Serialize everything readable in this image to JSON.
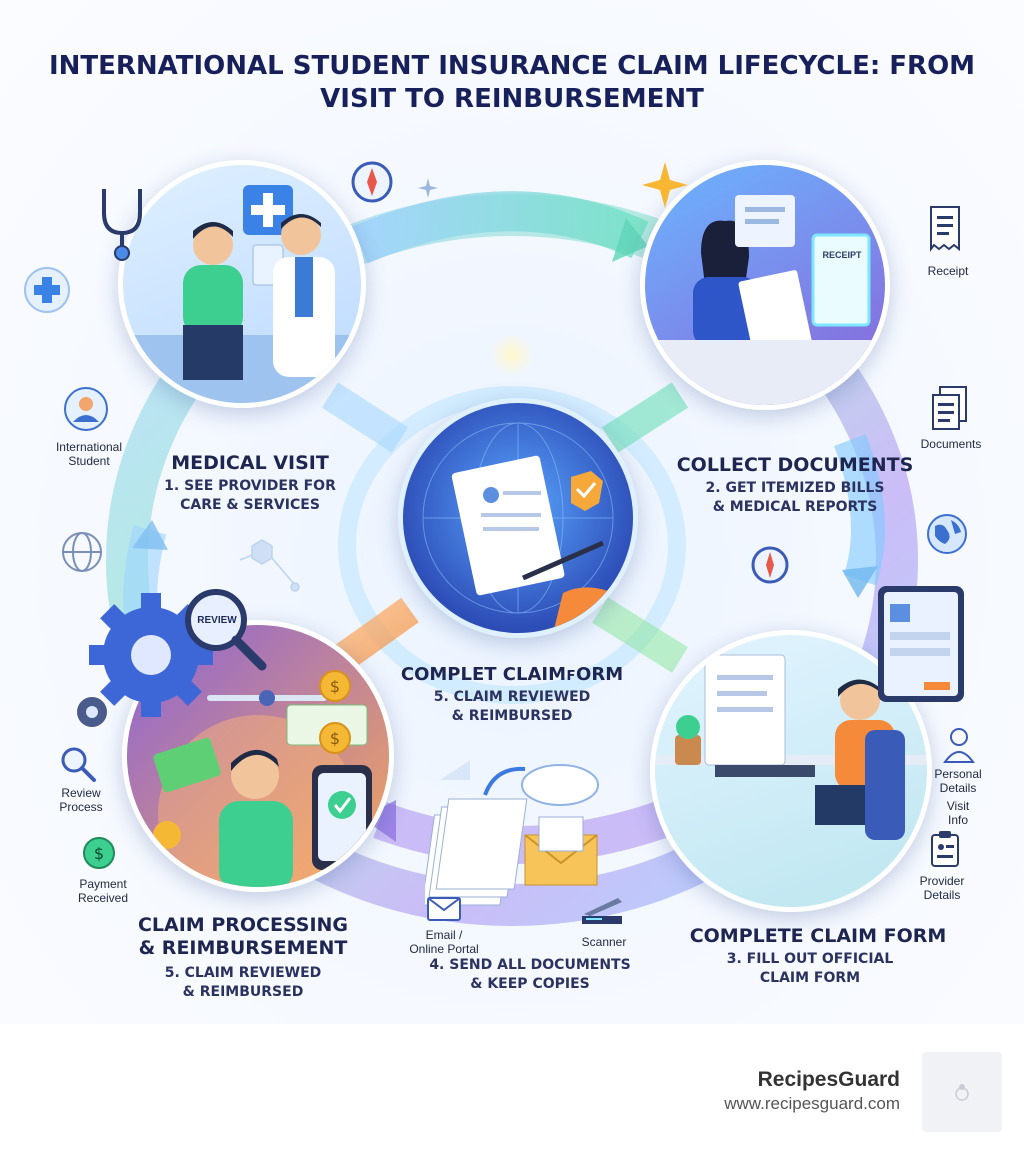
{
  "title": "INTERNATIONAL STUDENT INSURANCE CLAIM LIFECYCLE: FROM VISIT TO REINBURSEMENT",
  "stages": {
    "medical_visit": {
      "title": "MEDICAL VISIT",
      "desc_1": "1. SEE PROVIDER FOR",
      "desc_2": "CARE & SERVICES"
    },
    "collect_documents": {
      "title": "COLLECT DOCUMENTS",
      "desc_1": "2. GET ITEMIZED BILLS",
      "desc_2": "& MEDICAL REPORTS"
    },
    "center": {
      "title": "COMPLET CLAIMꜰORM",
      "desc_1": "5. CLAIM REVIEWED",
      "desc_2": "& REIMBURSED"
    },
    "complete_form": {
      "title": "COMPLETE CLAIM FORM",
      "desc_1": "3. FILL OUT OFFICIAL",
      "desc_2": "CLAIM FORM"
    },
    "send_documents": {
      "desc_1": "4. SEND ALL DOCUMENTS",
      "desc_2": "& KEEP COPIES"
    },
    "processing": {
      "title_1": "CLAIM PROCESSING",
      "title_2": "& REIMBURSEMENT",
      "desc_1": "5. CLAIM REVIEWED",
      "desc_2": "& REIMBURSED"
    }
  },
  "labels": {
    "international_student_1": "International",
    "international_student_2": "Student",
    "receipt": "Receipt",
    "receipt_tag": "RECEIPT",
    "documents": "Documents",
    "personal_details_1": "Personal",
    "personal_details_2": "Details",
    "visit_info_1": "Visit",
    "visit_info_2": "Info",
    "provider_details_1": "Provider",
    "provider_details_2": "Details",
    "review_process_1": "Review",
    "review_process_2": "Process",
    "review_tag": "REVIEW",
    "payment_received_1": "Payment",
    "payment_received_2": "Received",
    "email_portal_1": "Email /",
    "email_portal_2": "Online Portal",
    "scanner": "Scanner"
  },
  "footer": {
    "brand": "RecipesGuard",
    "url": "www.recipesguard.com"
  },
  "colors": {
    "title": "#17205a",
    "accent_blue": "#3d7be0",
    "accent_purple": "#8a63d8",
    "accent_green": "#3fc79a",
    "accent_orange": "#f59a3a"
  },
  "icons": [
    "stethoscope-icon",
    "medical-cross-icon",
    "user-icon",
    "compass-icon",
    "sparkle-icon",
    "receipt-icon",
    "document-icon",
    "globe-icon",
    "tablet-icon",
    "person-icon",
    "clipboard-icon",
    "magnifier-icon",
    "gear-icon",
    "coin-icon",
    "cloud-icon",
    "envelope-icon",
    "scanner-icon",
    "shield-check-icon",
    "pen-icon"
  ]
}
